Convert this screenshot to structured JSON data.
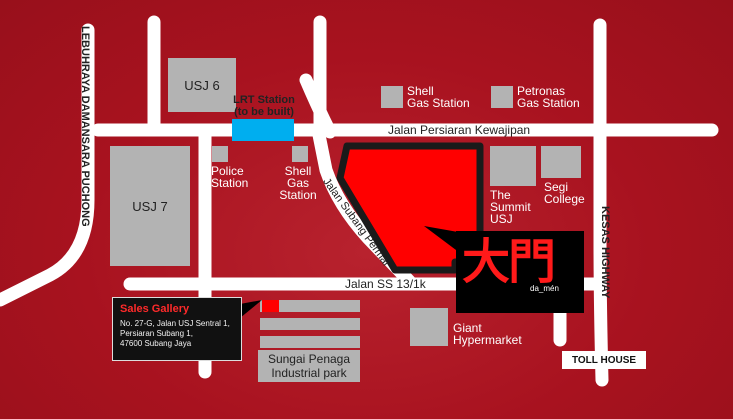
{
  "roads": {
    "lebuhraya": "LEBUHRAYA DAMANSARA PUCHONG",
    "persiaran_kewajipan": "Jalan Persiaran Kewajipan",
    "subang_permai": "Jalan Subang Permai",
    "ss13": "Jalan SS 13/1k",
    "kesas": "KESAS HIGHWAY"
  },
  "places": {
    "usj6": "USJ 6",
    "usj7": "USJ 7",
    "lrt_line1": "LRT Station",
    "lrt_line2": "(to be built)",
    "shell_top_1": "Shell",
    "shell_top_2": "Gas Station",
    "petronas_1": "Petronas",
    "petronas_2": "Gas Station",
    "police_1": "Police",
    "police_2": "Station",
    "shell_mid_1": "Shell",
    "shell_mid_2": "Gas",
    "shell_mid_3": "Station",
    "summit_1": "The",
    "summit_2": "Summit",
    "summit_3": "USJ",
    "segi_1": "Segi",
    "segi_2": "College",
    "giant_1": "Giant",
    "giant_2": "Hypermarket",
    "penaga_1": "Sungai Penaga",
    "penaga_2": "Industrial park",
    "toll": "TOLL HOUSE"
  },
  "sales_gallery": {
    "title": "Sales Gallery",
    "line1": "No. 27-G, Jalan USJ Sentral 1,",
    "line2": "Persiaran Subang 1,",
    "line3": "47600 Subang Jaya"
  },
  "logo": {
    "glyph": "大門",
    "word": "da_mén"
  },
  "colors": {
    "background": "#a8121f",
    "road": "#ffffff",
    "block": "#b3b3b3",
    "site": "#ff0000",
    "lrt": "#00aeef"
  }
}
